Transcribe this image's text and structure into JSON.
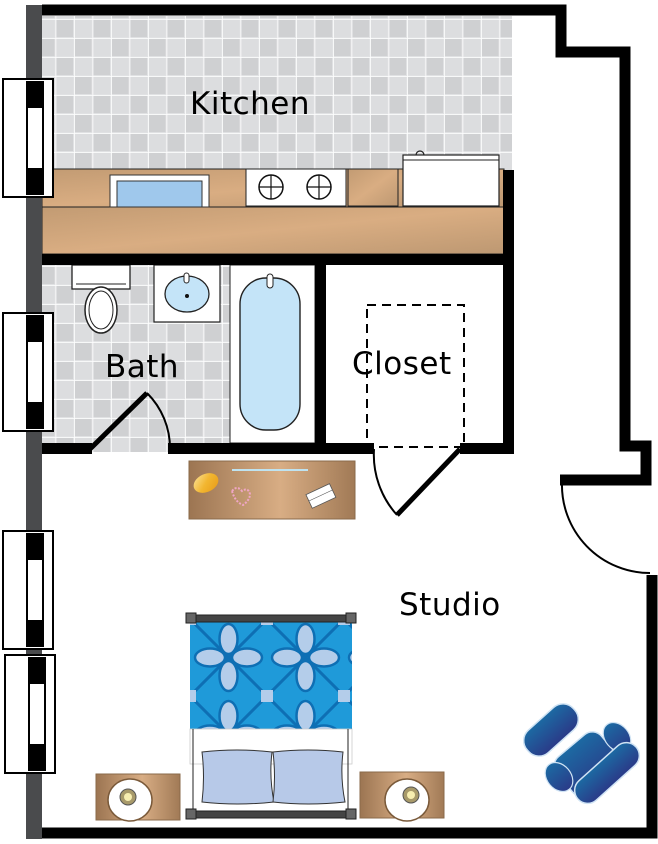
{
  "plan": {
    "rooms": [
      {
        "id": "kitchen",
        "label": "Kitchen"
      },
      {
        "id": "bath",
        "label": "Bath"
      },
      {
        "id": "closet",
        "label": "Closet"
      },
      {
        "id": "studio",
        "label": "Studio"
      }
    ],
    "colors": {
      "wall": "#000000",
      "exterior_wall": "#4a4b4d",
      "tile_light": "#e0e1e3",
      "tile_dark": "#cfd0d2",
      "counter": "#d2a67c",
      "counter_dark": "#bd9872",
      "water": "#c4e4f8",
      "sink_blue": "#9fc8ec",
      "bed_blue": "#1f97d8",
      "pillow": "#b7c9e8",
      "chair_blue": "#1b5d98",
      "nightstand": "#a88663"
    },
    "fixtures": [
      "kitchen-sink",
      "stove",
      "refrigerator",
      "toilet",
      "bath-sink",
      "bathtub",
      "dresser",
      "bed",
      "nightstand-left",
      "nightstand-right",
      "armchair",
      "ottoman"
    ],
    "windows": 4
  }
}
